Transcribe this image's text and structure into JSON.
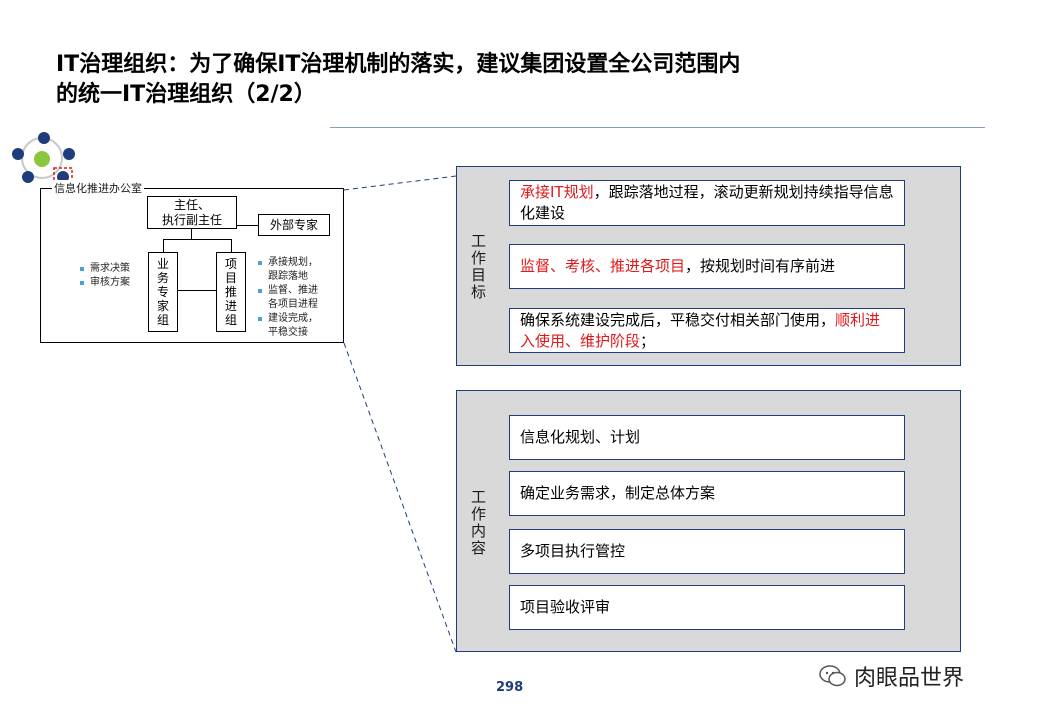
{
  "title": {
    "line1": "IT治理组织：为了确保IT治理机制的落实，建议集团设置全公司范围内",
    "line2": "的统一IT治理组织（2/2）"
  },
  "org": {
    "office_label": "信息化推进办公室",
    "director": "主任、\n执行副主任",
    "external_expert": "外部专家",
    "business_group": "业\n务\n专\n家\n组",
    "project_group": "项\n目\n推\n进\n组",
    "left_bullets": [
      "需求决策",
      "审核方案"
    ],
    "right_bullets": [
      "承接规划，\n跟踪落地",
      "监督、推进\n各项目进程",
      "建设完成，\n平稳交接"
    ]
  },
  "goals": {
    "label": "工\n作\n目\n标",
    "item1_red": "承接IT规划",
    "item1_rest": "，跟踪落地过程，滚动更新规划持续指导信息化建设",
    "item2_red": "监督、考核、推进各项目",
    "item2_rest": "，按规划时间有序前进",
    "item3_start": "确保系统建设完成后，平稳交付相关部门使用，",
    "item3_red": "顺利进入使用、维护阶段",
    "item3_end": "；"
  },
  "work": {
    "label": "工\n作\n内\n容",
    "items": [
      "信息化规划、计划",
      "确定业务需求，制定总体方案",
      "多项目执行管控",
      "项目验收评审"
    ]
  },
  "page_number": "298",
  "watermark": "肉眼品世界",
  "colors": {
    "accent": "#1f3d7a",
    "red": "#e0191c",
    "panel": "#d9d9d9"
  }
}
